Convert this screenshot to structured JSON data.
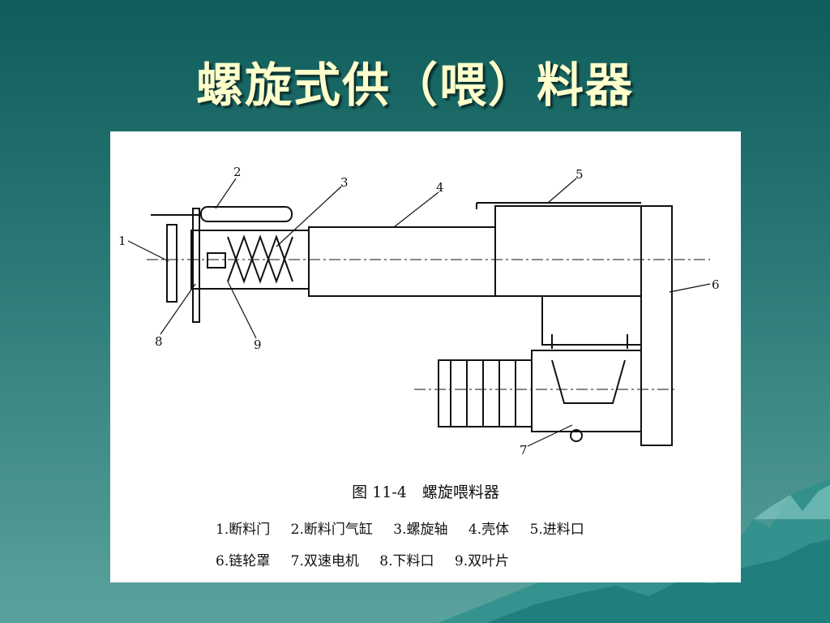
{
  "slide": {
    "title": "螺旋式供（喂）料器"
  },
  "figure": {
    "caption": "图 11-4　螺旋喂料器",
    "part_labels": [
      "1",
      "2",
      "3",
      "4",
      "5",
      "6",
      "7",
      "8",
      "9"
    ],
    "legend_row1": [
      "1.断料门",
      "2.断料门气缸",
      "3.螺旋轴",
      "4.壳体",
      "5.进料口"
    ],
    "legend_row2": [
      "6.链轮罩",
      "7.双速电机",
      "8.下料口",
      "9.双叶片"
    ]
  },
  "colors": {
    "background_top": "#0f5d5b",
    "background_bottom": "#5aa29d",
    "title_text": "#ffffcc",
    "panel": "#ffffff"
  }
}
